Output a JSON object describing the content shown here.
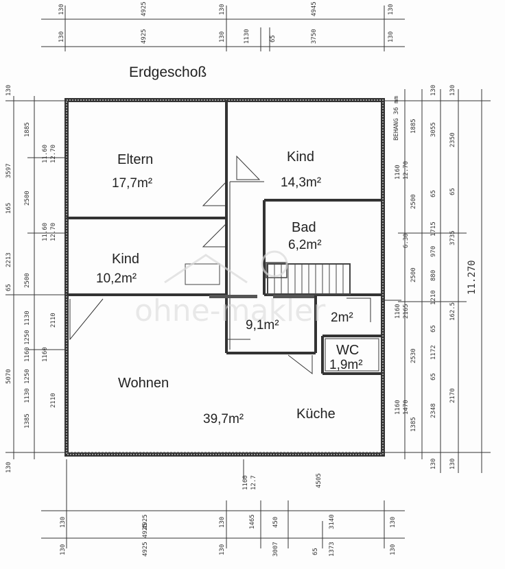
{
  "title": "Erdgeschoß",
  "rooms": {
    "eltern": {
      "name": "Eltern",
      "area": "17,7m²"
    },
    "kind1": {
      "name": "Kind",
      "area": "14,3m²"
    },
    "bad": {
      "name": "Bad",
      "area": "6,2m²"
    },
    "kind2": {
      "name": "Kind",
      "area": "10,2m²"
    },
    "flur": {
      "area": "9,1m²"
    },
    "abstell": {
      "area": "2m²"
    },
    "wc": {
      "name": "WC",
      "area": "1,9m²"
    },
    "wohnen": {
      "name": "Wohnen",
      "area": "39,7m²"
    },
    "kueche": {
      "name": "Küche"
    }
  },
  "watermark": "ohne-makler",
  "dims": {
    "top1": [
      "130",
      "4925",
      "130",
      "4945",
      "130"
    ],
    "top2": [
      "130",
      "4925",
      "130",
      "1130",
      "65",
      "3750",
      "130"
    ],
    "left": [
      "130",
      "1885",
      "3597",
      "2500",
      "165",
      "2213",
      "65",
      "2500",
      "1130",
      "1250",
      "1160",
      "1250",
      "5070",
      "1130",
      "1385",
      "130"
    ],
    "left_inner": [
      "11.60",
      "12.70",
      "11.60",
      "12.70",
      "2110",
      "1160",
      "2110"
    ],
    "right1": [
      "1885",
      "2500",
      "1160",
      "2500",
      "1160",
      "2530",
      "1160",
      "1385"
    ],
    "right2": [
      "12.70",
      "6.30",
      "2165",
      "1470"
    ],
    "right3": [
      "130",
      "3055",
      "65",
      "1715",
      "970",
      "880",
      "1210",
      "65",
      "1172",
      "65",
      "2348",
      "130"
    ],
    "right4": [
      "130",
      "2350",
      "65",
      "3735",
      "162.5",
      "2170",
      "130"
    ],
    "total": "11.270",
    "behang": "BEHANG 36 mm",
    "bottom1": [
      "130",
      "4925",
      "130",
      "1465",
      "450",
      "3140",
      "130"
    ],
    "bottom2": [
      "130",
      "4925 4925",
      "130",
      "3007",
      "65",
      "1373",
      "130"
    ],
    "bottom_mid": [
      "1160",
      "12.7",
      "4505"
    ]
  }
}
